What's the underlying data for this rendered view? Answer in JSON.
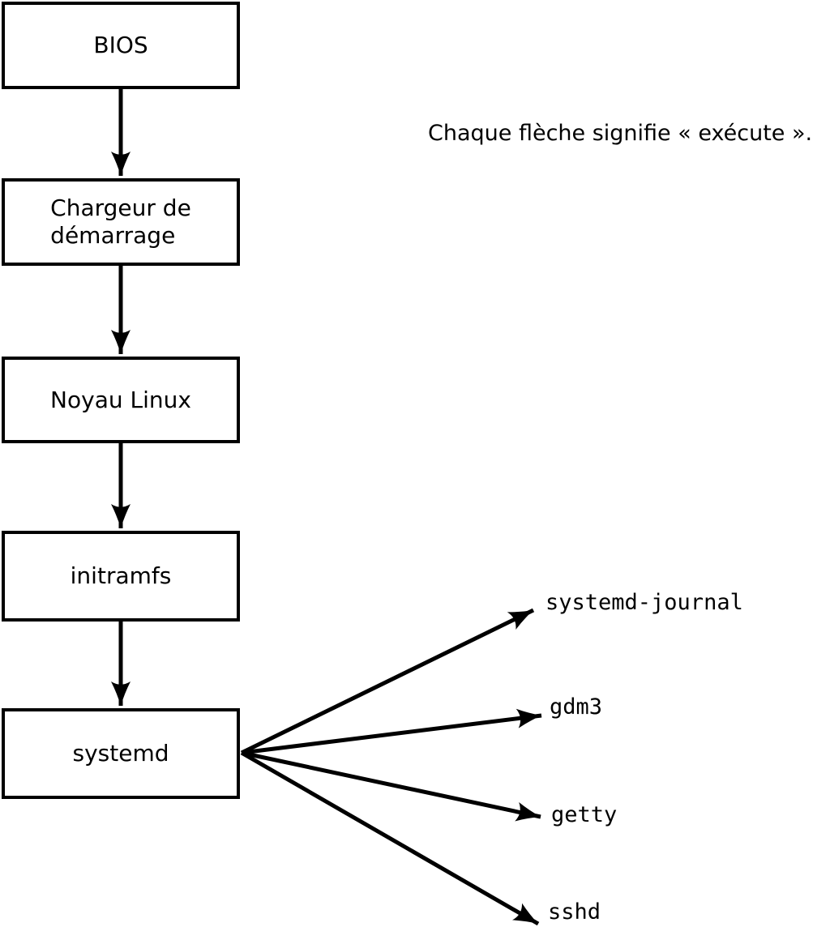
{
  "colors": {
    "foreground": "#000000",
    "background": "#ffffff"
  },
  "annotation": {
    "text": "Chaque flèche signifie « exécute »."
  },
  "flowchart": {
    "boxes": [
      {
        "id": "bios",
        "label": "BIOS"
      },
      {
        "id": "bootloader",
        "label": "Chargeur de\ndémarrage"
      },
      {
        "id": "kernel",
        "label": "Noyau Linux"
      },
      {
        "id": "initramfs",
        "label": "initramfs"
      },
      {
        "id": "systemd",
        "label": "systemd"
      }
    ],
    "spawned_processes": [
      {
        "id": "systemd-journal",
        "label": "systemd-journal"
      },
      {
        "id": "gdm3",
        "label": "gdm3"
      },
      {
        "id": "getty",
        "label": "getty"
      },
      {
        "id": "sshd",
        "label": "sshd"
      }
    ]
  }
}
